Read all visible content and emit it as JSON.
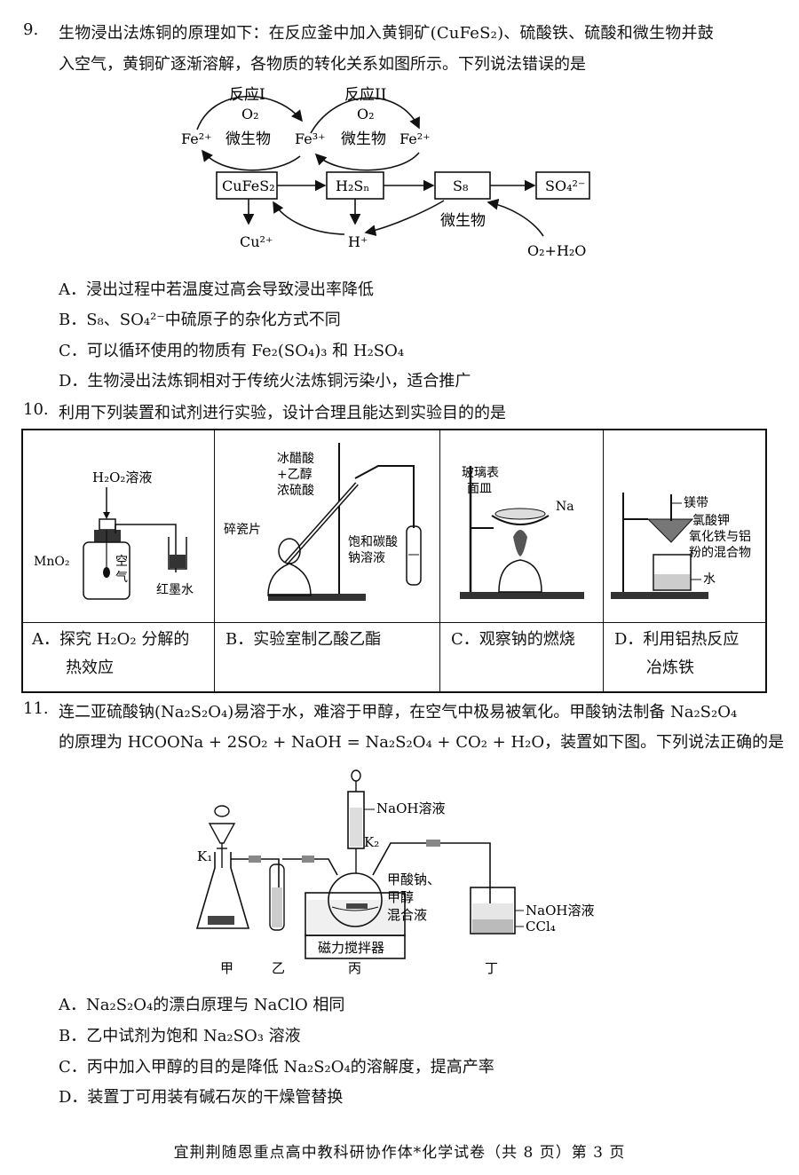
{
  "q9": {
    "number": "9.",
    "line1": "生物浸出法炼铜的原理如下：在反应釜中加入黄铜矿(CuFeS₂)、硫酸铁、硫酸和微生物并鼓",
    "line2": "入空气，黄铜矿逐渐溶解，各物质的转化关系如图所示。下列说法错误的是",
    "diagram": {
      "reaction1": "反应I",
      "reaction2": "反应II",
      "o2": "O₂",
      "microbe": "微生物",
      "fe2": "Fe²⁺",
      "fe3": "Fe³⁺",
      "cufes2": "CuFeS₂",
      "h2sn": "H₂Sₙ",
      "s8": "S₈",
      "so4": "SO₄²⁻",
      "cu2": "Cu²⁺",
      "hplus": "H⁺",
      "o2h2o": "O₂+H₂O"
    },
    "options": [
      "A．浸出过程中若温度过高会导致浸出率降低",
      "B．S₈、SO₄²⁻中硫原子的杂化方式不同",
      "C．可以循环使用的物质有 Fe₂(SO₄)₃ 和 H₂SO₄",
      "D．生物浸出法炼铜相对于传统火法炼铜污染小，适合推广"
    ]
  },
  "q10": {
    "number": "10.",
    "stem": "利用下列装置和试剂进行实验，设计合理且能达到实验目的的是",
    "cells": [
      {
        "labels": [
          "H₂O₂溶液",
          "MnO₂",
          "空",
          "气",
          "红墨水"
        ],
        "caption1": "A．探究 H₂O₂ 分解的",
        "caption2": "热效应"
      },
      {
        "labels": [
          "冰醋酸",
          "+乙醇",
          "浓硫酸",
          "碎瓷片",
          "饱和碳酸",
          "钠溶液"
        ],
        "caption1": "B．实验室制乙酸乙酯",
        "caption2": ""
      },
      {
        "labels": [
          "玻璃表",
          "面皿",
          "Na"
        ],
        "caption1": "C．观察钠的燃烧",
        "caption2": ""
      },
      {
        "labels": [
          "镁带",
          "氯酸钾",
          "氧化铁与铝",
          "粉的混合物",
          "水"
        ],
        "caption1": "D．利用铝热反应",
        "caption2": "冶炼铁"
      }
    ]
  },
  "q11": {
    "number": "11.",
    "line1": "连二亚硫酸钠(Na₂S₂O₄)易溶于水，难溶于甲醇，在空气中极易被氧化。甲酸钠法制备 Na₂S₂O₄",
    "line2": "的原理为 HCOONa + 2SO₂ + NaOH = Na₂S₂O₄ + CO₂ + H₂O，装置如下图。下列说法正确的是",
    "diagram": {
      "naoh_top": "NaOH溶液",
      "k1": "K₁",
      "k2": "K₂",
      "mix1": "甲酸钠、",
      "mix2": "甲醇",
      "mix3": "混合液",
      "naoh_right": "NaOH溶液",
      "ccl4": "CCl₄",
      "stirrer": "磁力搅拌器",
      "jia": "甲",
      "yi": "乙",
      "bing": "丙",
      "ding": "丁"
    },
    "options": [
      "A．Na₂S₂O₄的漂白原理与 NaClO 相同",
      "B．乙中试剂为饱和 Na₂SO₃ 溶液",
      "C．丙中加入甲醇的目的是降低 Na₂S₂O₄的溶解度，提高产率",
      "D．装置丁可用装有碱石灰的干燥管替换"
    ]
  },
  "footer": "宜荆荆随恩重点高中教科研协作体*化学试卷（共 8 页）第 3 页"
}
